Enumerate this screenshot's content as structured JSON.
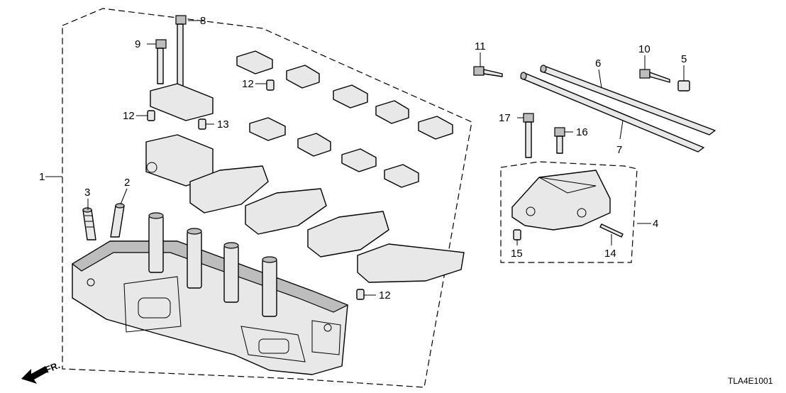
{
  "callouts": [
    "1",
    "2",
    "3",
    "4",
    "5",
    "6",
    "7",
    "8",
    "9",
    "10",
    "11",
    "12",
    "12",
    "12",
    "13",
    "14",
    "15",
    "16",
    "17"
  ],
  "fr_label": "FR.",
  "diagram_code": "TLA4E1001"
}
